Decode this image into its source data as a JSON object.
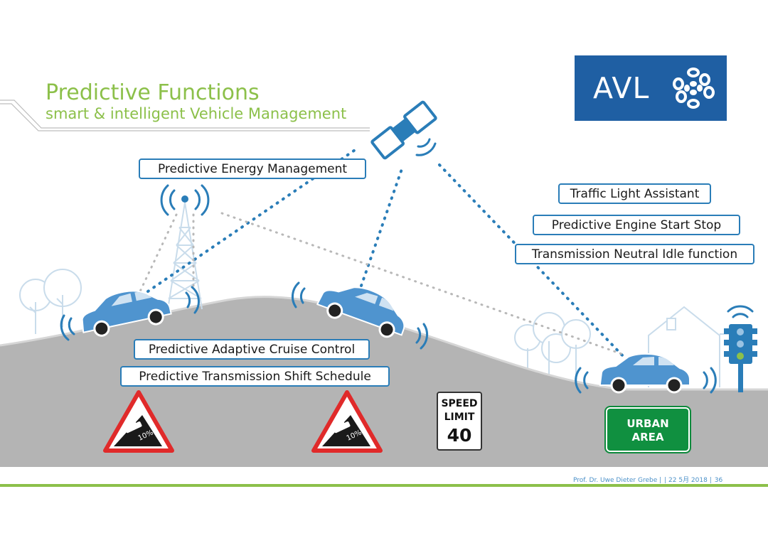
{
  "slide": {
    "title": "Predictive Functions",
    "subtitle": "smart & intelligent Vehicle Management"
  },
  "logo": {
    "text": "AVL",
    "icon": "avl-logo-mark-icon"
  },
  "functions": {
    "energy": "Predictive Energy Management",
    "traffic_light": "Traffic Light Assistant",
    "engine_start_stop": "Predictive Engine Start Stop",
    "neutral_idle": "Transmission Neutral Idle function",
    "acc": "Predictive Adaptive Cruise Control",
    "shift_schedule": "Predictive Transmission Shift Schedule"
  },
  "signs": {
    "grade_left": "10%",
    "grade_right": "10%",
    "speed": {
      "line1": "SPEED",
      "line2": "LIMIT",
      "value": "40"
    },
    "urban": {
      "line1": "URBAN",
      "line2": "AREA"
    }
  },
  "footer": {
    "author": "Prof. Dr. Uwe Dieter Grebe |",
    "date": "| 22 5月 2018 |",
    "page": "36"
  },
  "colors": {
    "accent_green": "#8cc04a",
    "box_border": "#2a7db8",
    "car_blue": "#4f94cf",
    "road_gray": "#b4b4b4",
    "logo_blue": "#1f5fa3",
    "urban_green": "#109040",
    "sign_red": "#e02a2a"
  },
  "icons": [
    "satellite-icon",
    "radio-tower-icon",
    "traffic-light-icon",
    "car-icon",
    "tree-icon",
    "signal-waves-icon"
  ]
}
